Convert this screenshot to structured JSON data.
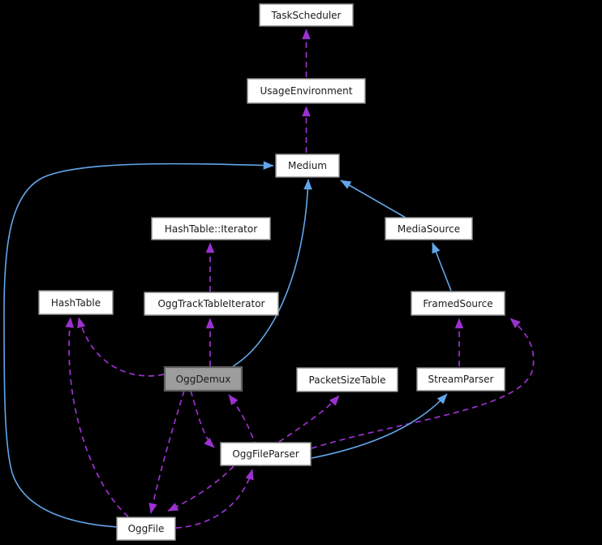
{
  "diagram": {
    "type": "class-collaboration-graph",
    "background_color": "#000000",
    "colors": {
      "inheritance": "#62a6ea",
      "usage": "#9c31d2",
      "node_fill": "#ffffff",
      "node_border": "#8f8f8f",
      "node_text": "#1b1b1b",
      "focus_fill": "#9d9d9d",
      "focus_border": "#5f5f5f",
      "background": "#000000"
    },
    "nodes": [
      {
        "id": "TaskScheduler",
        "label": "TaskScheduler",
        "focus": false
      },
      {
        "id": "UsageEnvironment",
        "label": "UsageEnvironment",
        "focus": false
      },
      {
        "id": "Medium",
        "label": "Medium",
        "focus": false
      },
      {
        "id": "HashTableIterator",
        "label": "HashTable::Iterator",
        "focus": false
      },
      {
        "id": "MediaSource",
        "label": "MediaSource",
        "focus": false
      },
      {
        "id": "HashTable",
        "label": "HashTable",
        "focus": false
      },
      {
        "id": "OggTrackTableIterator",
        "label": "OggTrackTableIterator",
        "focus": false
      },
      {
        "id": "FramedSource",
        "label": "FramedSource",
        "focus": false
      },
      {
        "id": "OggDemux",
        "label": "OggDemux",
        "focus": true
      },
      {
        "id": "PacketSizeTable",
        "label": "PacketSizeTable",
        "focus": false
      },
      {
        "id": "StreamParser",
        "label": "StreamParser",
        "focus": false
      },
      {
        "id": "OggFileParser",
        "label": "OggFileParser",
        "focus": false
      },
      {
        "id": "OggFile",
        "label": "OggFile",
        "focus": false
      }
    ],
    "edges": [
      {
        "from": "UsageEnvironment",
        "to": "TaskScheduler",
        "type": "usage"
      },
      {
        "from": "Medium",
        "to": "UsageEnvironment",
        "type": "usage"
      },
      {
        "from": "MediaSource",
        "to": "Medium",
        "type": "inheritance"
      },
      {
        "from": "FramedSource",
        "to": "MediaSource",
        "type": "inheritance"
      },
      {
        "from": "OggDemux",
        "to": "Medium",
        "type": "inheritance"
      },
      {
        "from": "OggFile",
        "to": "Medium",
        "type": "inheritance"
      },
      {
        "from": "OggFileParser",
        "to": "StreamParser",
        "type": "inheritance"
      },
      {
        "from": "StreamParser",
        "to": "FramedSource",
        "type": "usage"
      },
      {
        "from": "OggFileParser",
        "to": "FramedSource",
        "type": "usage"
      },
      {
        "from": "OggTrackTableIterator",
        "to": "HashTableIterator",
        "type": "usage"
      },
      {
        "from": "OggDemux",
        "to": "OggTrackTableIterator",
        "type": "usage"
      },
      {
        "from": "OggDemux",
        "to": "HashTable",
        "type": "usage"
      },
      {
        "from": "OggFile",
        "to": "HashTable",
        "type": "usage"
      },
      {
        "from": "OggDemux",
        "to": "OggFileParser",
        "type": "usage"
      },
      {
        "from": "OggFileParser",
        "to": "OggDemux",
        "type": "usage"
      },
      {
        "from": "OggDemux",
        "to": "OggFile",
        "type": "usage"
      },
      {
        "from": "OggFileParser",
        "to": "OggFile",
        "type": "usage"
      },
      {
        "from": "OggFile",
        "to": "OggFileParser",
        "type": "usage"
      },
      {
        "from": "OggFileParser",
        "to": "PacketSizeTable",
        "type": "usage"
      }
    ]
  }
}
